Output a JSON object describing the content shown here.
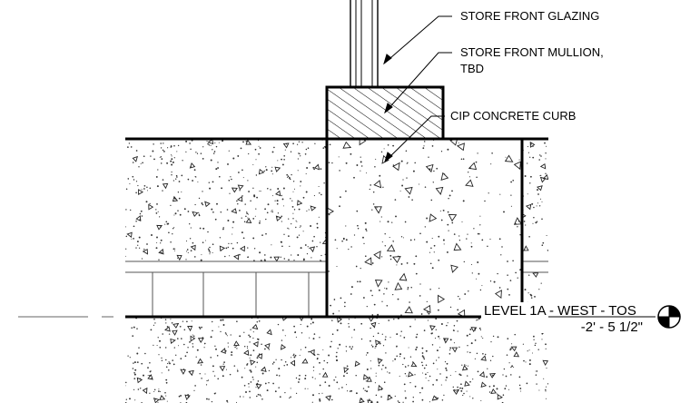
{
  "labels": {
    "glazing": "STORE FRONT GLAZING",
    "mullion_line1": "STORE FRONT MULLION,",
    "mullion_line2": "TBD",
    "curb": "CIP CONCRETE CURB"
  },
  "level_marker": {
    "name": "LEVEL 1A - WEST - TOS",
    "elevation": "-2' - 5 1/2\""
  },
  "colors": {
    "ink": "#000000",
    "paper": "#ffffff",
    "thin_line": "#555555"
  },
  "icons": [
    "level-datum-icon",
    "leader-arrow-icon"
  ]
}
